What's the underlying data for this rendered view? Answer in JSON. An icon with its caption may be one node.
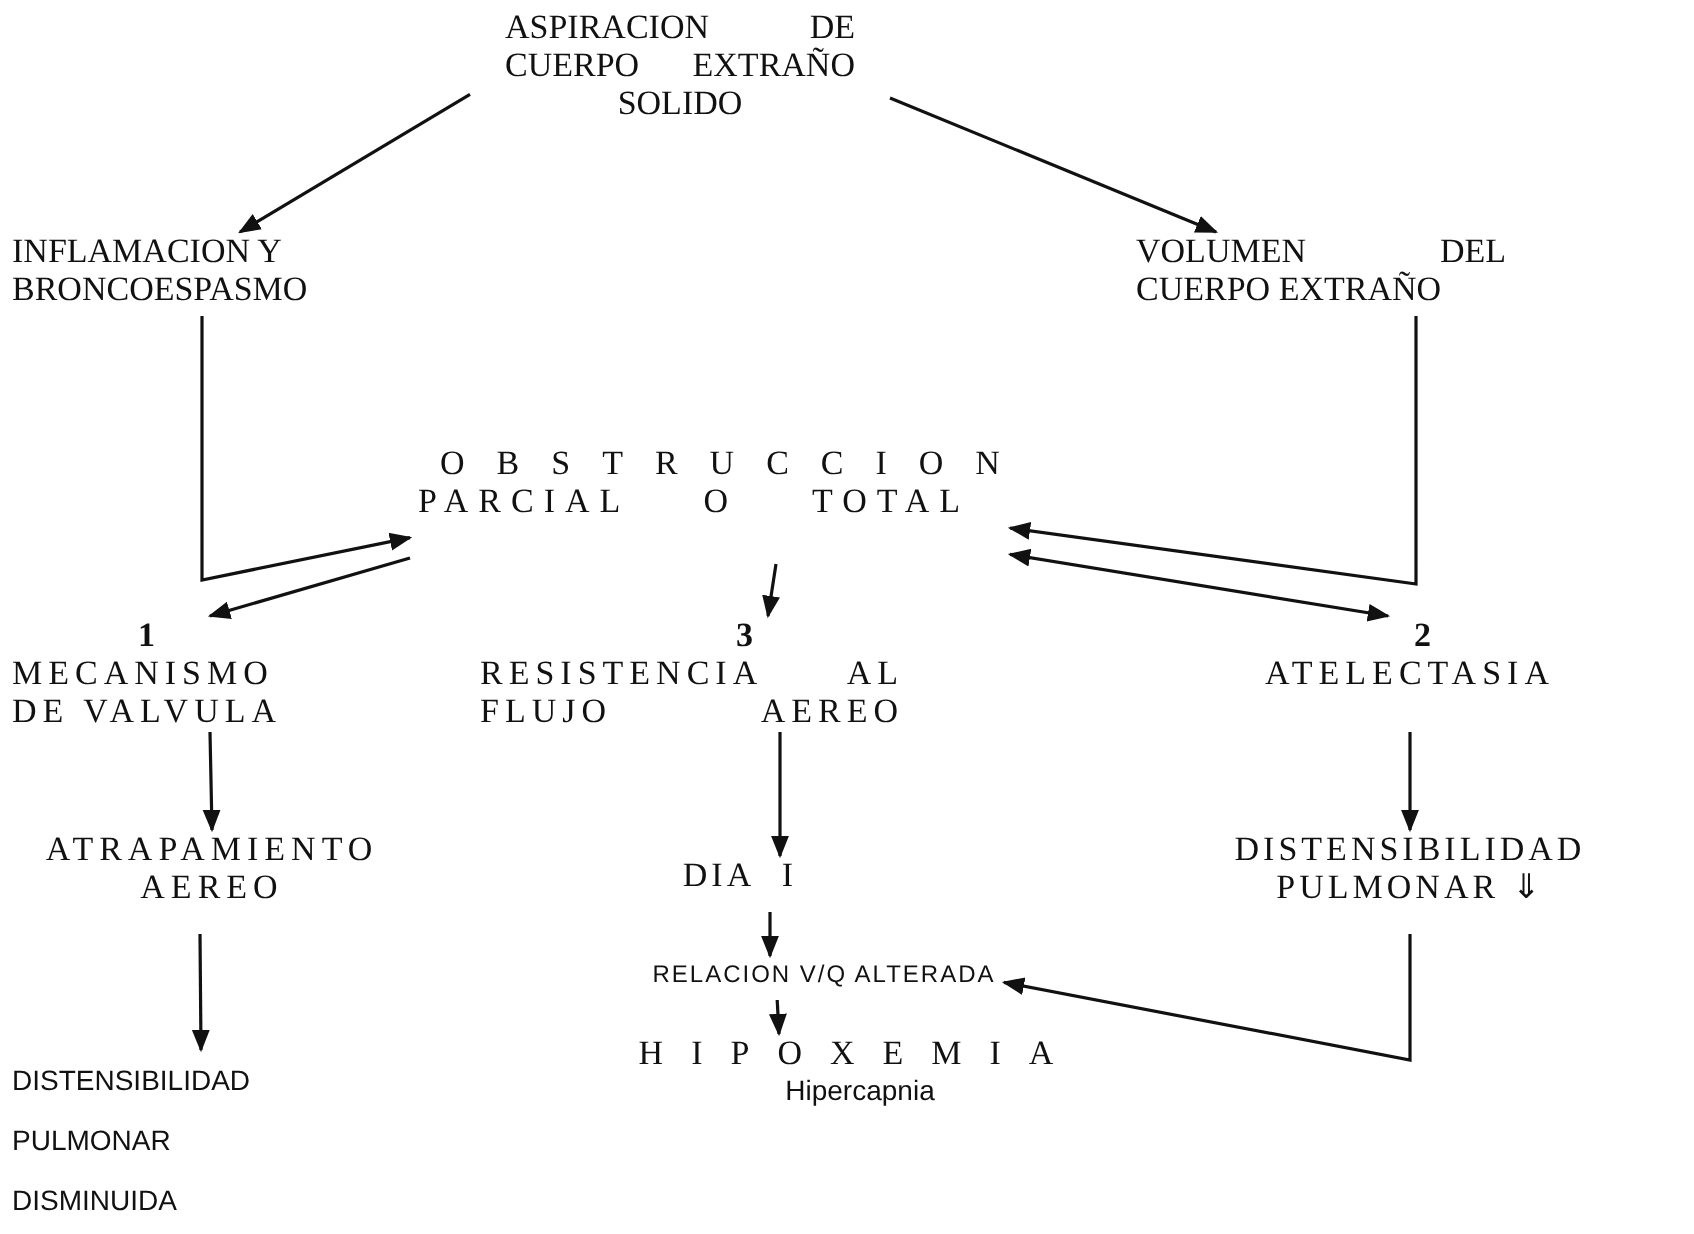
{
  "diagram": {
    "nodes": [
      {
        "text": [
          "ASPIRACION DE CUERPO EXTRAÑO SOLIDO"
        ]
      },
      {
        "text": [
          "INFLAMACION Y BRONCOESPASMO"
        ]
      },
      {
        "text": [
          "VOLUMEN DEL CUERPO EXTRAÑO"
        ]
      },
      {
        "text": [
          "OBSTRUCCION",
          "PARCIAL O TOTAL"
        ]
      },
      {
        "text": [
          "1",
          "MECANISMO DE VALVULA"
        ]
      },
      {
        "text": [
          "3",
          "RESISTENCIA AL FLUJO AEREO"
        ]
      },
      {
        "text": [
          "2",
          "ATELECTASIA"
        ]
      },
      {
        "text": [
          "ATRAPAMIENTO AEREO"
        ]
      },
      {
        "text": [
          "DISTENSIBILIDAD PULMONAR DISMINUIDA"
        ]
      },
      {
        "text": [
          "DIA I"
        ]
      },
      {
        "text": [
          "RELACION V/Q ALTERADA"
        ]
      },
      {
        "text": [
          "HIPOXEMIA",
          "Hipercapnia"
        ]
      },
      {
        "text": [
          "DISTENSIBILIDAD PULMONAR ⇓"
        ]
      }
    ],
    "edges": [
      {
        "from": 0,
        "to": 1,
        "arrow": "to"
      },
      {
        "from": 0,
        "to": 2,
        "arrow": "to"
      },
      {
        "from": 1,
        "to": 3,
        "arrow": "to"
      },
      {
        "from": 2,
        "to": 3,
        "arrow": "to"
      },
      {
        "from": 3,
        "to": 4,
        "arrow": "to"
      },
      {
        "from": 3,
        "to": 5,
        "arrow": "to"
      },
      {
        "from": 3,
        "to": 6,
        "arrow": "both"
      },
      {
        "from": 4,
        "to": 7,
        "arrow": "to"
      },
      {
        "from": 5,
        "to": 9,
        "arrow": "to"
      },
      {
        "from": 6,
        "to": 12,
        "arrow": "to"
      },
      {
        "from": 7,
        "to": 8,
        "arrow": "to"
      },
      {
        "from": 9,
        "to": 10,
        "arrow": "to"
      },
      {
        "from": 10,
        "to": 11,
        "arrow": "to"
      },
      {
        "from": 12,
        "to": 10,
        "arrow": "to"
      }
    ]
  }
}
